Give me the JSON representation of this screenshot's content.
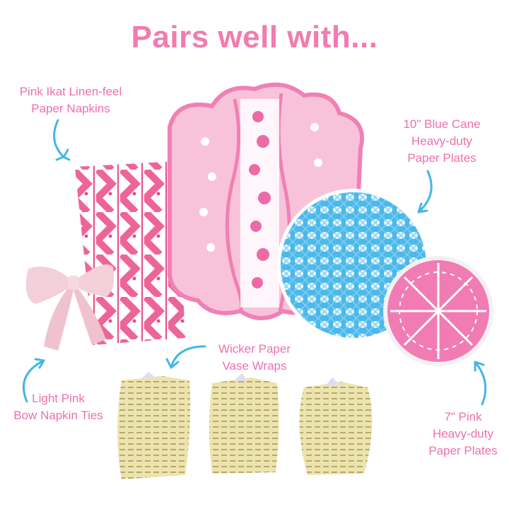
{
  "header": {
    "title": "Pairs well with..."
  },
  "colors": {
    "title_pink": "#f27bb0",
    "label_pink": "#ef6faa",
    "arrow_blue": "#45b6e6",
    "ikat_pink": "#ea4a86",
    "placemat_pink": "#f080b5",
    "placemat_light": "#f8c3da",
    "cane_blue": "#4db8ea",
    "bow_pink": "#f3cfd7",
    "wicker": "#e8dfa6"
  },
  "products": [
    {
      "id": "napkins",
      "label_lines": [
        "Pink Ikat Linen-feel",
        "Paper Napkins"
      ]
    },
    {
      "id": "blue-plates",
      "label_lines": [
        "10\" Blue Cane",
        "Heavy-duty",
        "Paper Plates"
      ]
    },
    {
      "id": "bow-ties",
      "label_lines": [
        "Light Pink",
        "Bow Napkin Ties"
      ]
    },
    {
      "id": "vase-wraps",
      "label_lines": [
        "Wicker Paper",
        "Vase Wraps"
      ]
    },
    {
      "id": "pink-plates",
      "label_lines": [
        "7\" Pink",
        "Heavy-duty",
        "Paper Plates"
      ]
    }
  ]
}
